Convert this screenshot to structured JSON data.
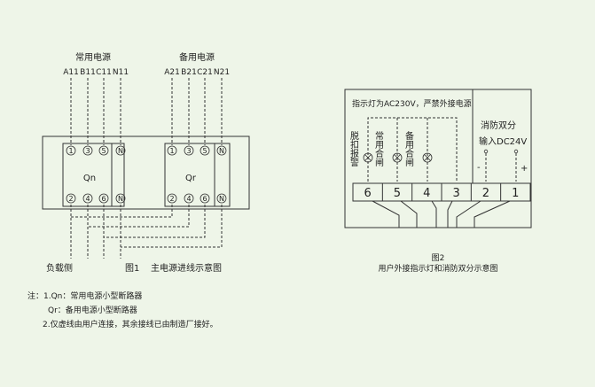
{
  "fig1": {
    "normal_source": "常用电源",
    "backup_source": "备用电源",
    "normal_phases": [
      "A11",
      "B11",
      "C11",
      "N11"
    ],
    "backup_phases": [
      "A21",
      "B21",
      "C21",
      "N21"
    ],
    "top_terminals": [
      "1",
      "3",
      "5",
      "N"
    ],
    "bottom_terminals": [
      "2",
      "4",
      "6",
      "N"
    ],
    "qn": "Qn",
    "qr": "Qr",
    "load_side": "负载侧",
    "fig_no": "图1",
    "caption": "主电源进线示意图"
  },
  "fig2": {
    "warning": "指示灯为AC230V，严禁外接电源",
    "lamps": [
      "脱扣报警",
      "常用合闸",
      "备用合闸"
    ],
    "fire_title": "消防双分",
    "fire_input": "输入DC24V",
    "minus": "-",
    "plus": "+",
    "terminals": [
      "6",
      "5",
      "4",
      "3",
      "2",
      "1"
    ],
    "fig_no": "图2",
    "caption": "用户外接指示灯和消防双分示意图"
  },
  "notes": {
    "line1": "注：1.Qn：常用电源小型断路器",
    "line2": "Qr：备用电源小型断路器",
    "line3": "2.仅虚线由用户连接，其余接线已由制造厂接好。"
  }
}
